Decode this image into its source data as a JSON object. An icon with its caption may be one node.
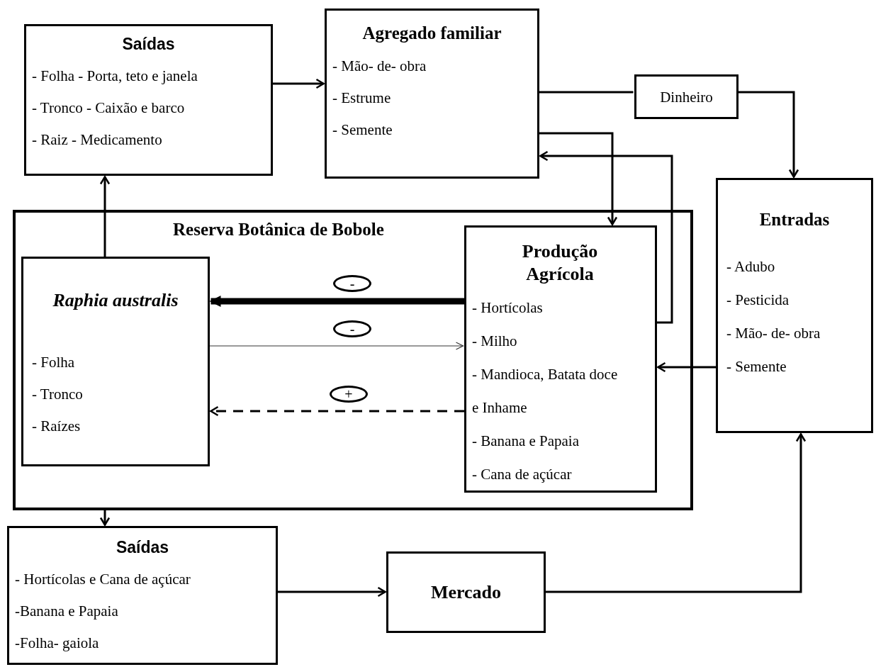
{
  "diagram": {
    "nodes": [
      {
        "text": [
          "Saídas",
          "- Folha - Porta, teto e janela",
          "- Tronco - Caixão e barco",
          "- Raiz - Medicamento"
        ]
      },
      {
        "text": [
          "Agregado familiar",
          "- Mão- de- obra",
          "- Estrume",
          "- Semente"
        ]
      },
      {
        "text": [
          "Dinheiro"
        ]
      },
      {
        "text": [
          "Entradas",
          "- Adubo",
          "- Pesticida",
          "- Mão- de- obra",
          "- Semente"
        ]
      },
      {
        "text": [
          "Reserva Botânica de Bobole"
        ]
      },
      {
        "text": [
          "Raphia australis",
          "- Folha",
          "- Tronco",
          "- Raízes"
        ],
        "in": 4
      },
      {
        "text": [
          "Produção Agrícola",
          "- Hortícolas",
          "- Milho",
          "- Mandioca, Batata doce e Inhame",
          "- Banana e Papaia",
          "- Cana de açúcar"
        ],
        "in": 4
      },
      {
        "text": [
          "Saídas",
          "- Hortícolas e Cana de açúcar",
          "-Banana e Papaia",
          "-Folha- gaiola"
        ]
      },
      {
        "text": [
          "Mercado"
        ]
      }
    ],
    "edges": [
      {
        "from": 5,
        "to": 0,
        "arrow": "to"
      },
      {
        "from": 0,
        "to": 1,
        "arrow": "to"
      },
      {
        "from": 1,
        "to": 2,
        "arrow": "none"
      },
      {
        "from": 2,
        "to": 3,
        "arrow": "to"
      },
      {
        "from": 1,
        "to": 6,
        "arrow": "to"
      },
      {
        "from": 6,
        "to": 1,
        "arrow": "to"
      },
      {
        "from": 6,
        "to": 5,
        "arrow": "to",
        "label": "-",
        "style": "thick"
      },
      {
        "from": 5,
        "to": 6,
        "arrow": "to",
        "label": "-"
      },
      {
        "from": 6,
        "to": 5,
        "arrow": "to",
        "label": "+",
        "style": "dashed"
      },
      {
        "from": 3,
        "to": 6,
        "arrow": "to"
      },
      {
        "from": 4,
        "to": 7,
        "arrow": "to"
      },
      {
        "from": 7,
        "to": 8,
        "arrow": "to"
      },
      {
        "from": 8,
        "to": 3,
        "arrow": "to"
      }
    ]
  }
}
